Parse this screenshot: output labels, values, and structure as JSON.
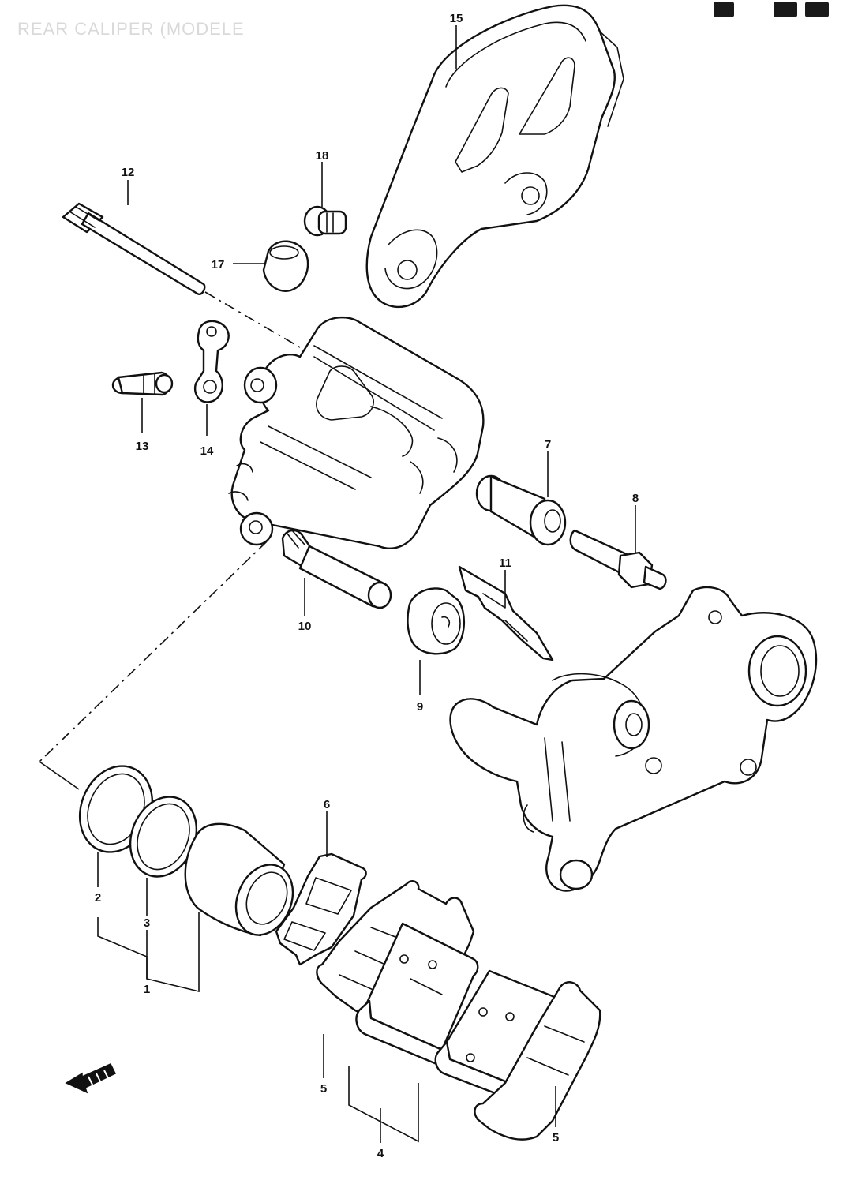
{
  "header": {
    "faded_title": "REAR CALIPER (MODELE"
  },
  "labels": {
    "p1": "1",
    "p2": "2",
    "p3": "3",
    "p4": "4",
    "p5a": "5",
    "p5b": "5",
    "p6": "6",
    "p7": "7",
    "p8": "8",
    "p9": "9",
    "p10": "10",
    "p11": "11",
    "p12": "12",
    "p13": "13",
    "p14": "14",
    "p15": "15",
    "p17": "17",
    "p18": "18"
  },
  "icons": {
    "direction_arrow": "front-direction-arrow-icon"
  }
}
